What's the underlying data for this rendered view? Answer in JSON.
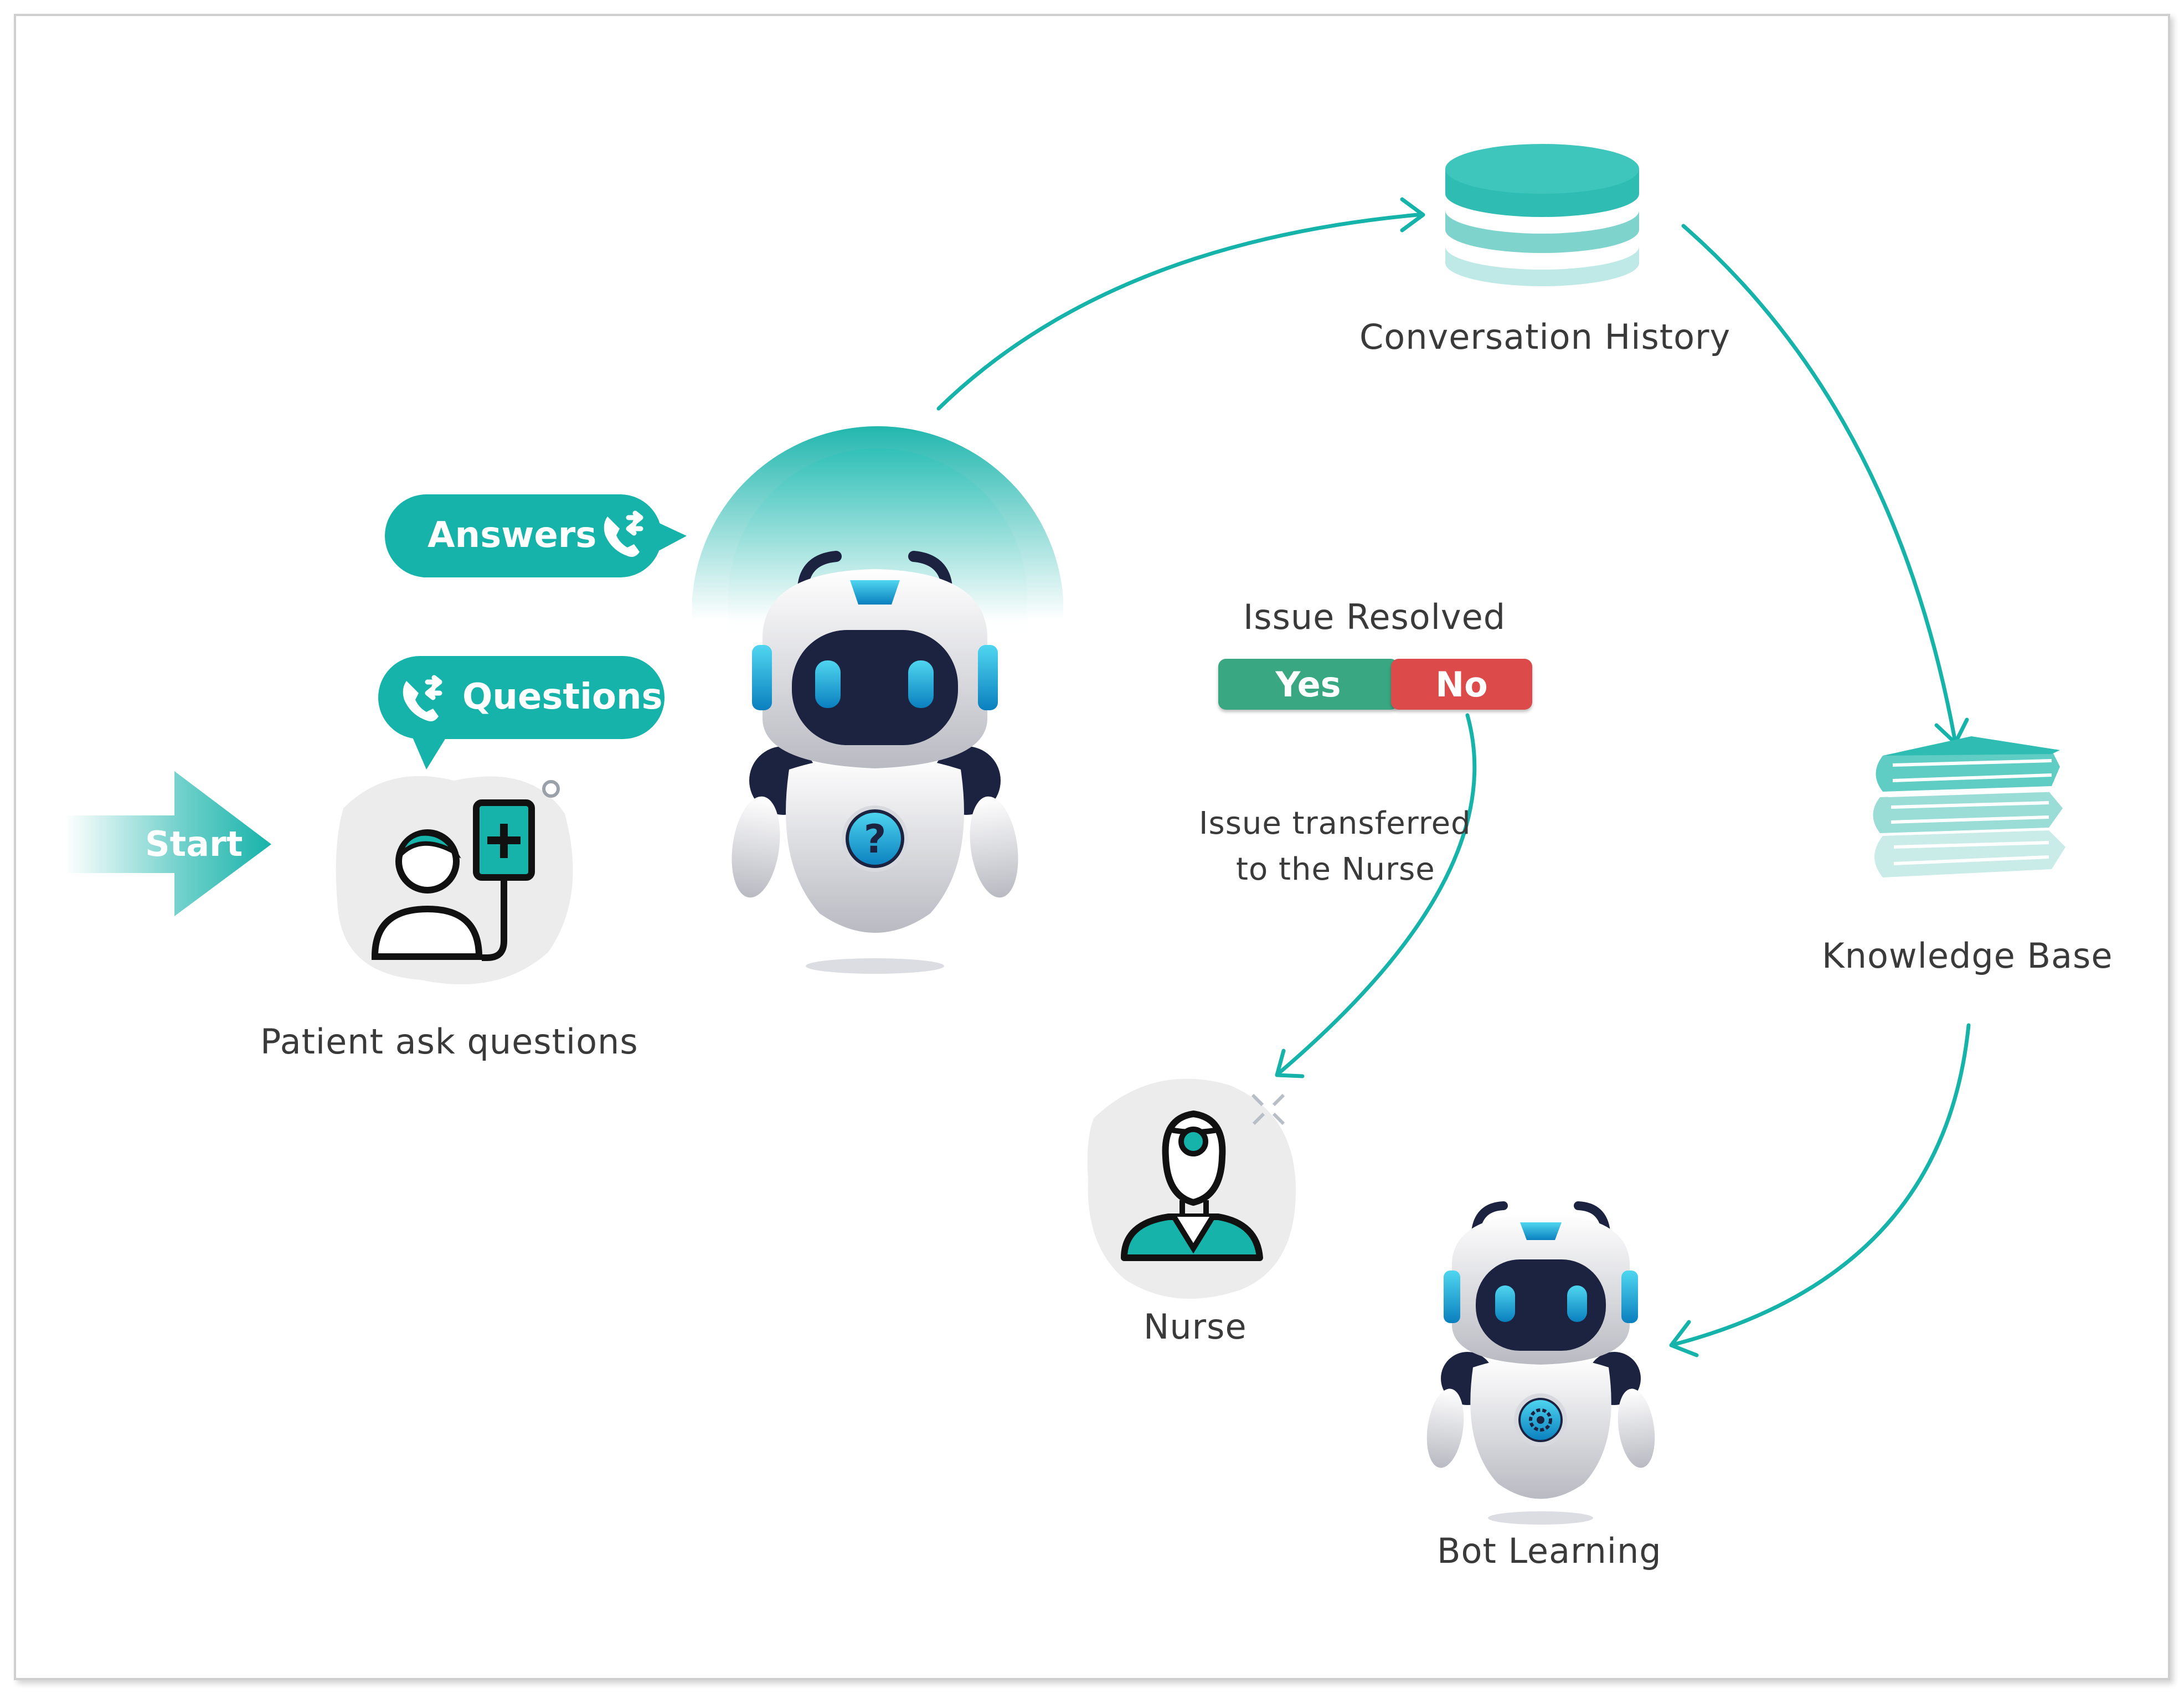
{
  "colors": {
    "teal": "#16b3aa",
    "teal_light": "#9fe1dc",
    "yes_green": "#3aa783",
    "no_red": "#dc4a4a",
    "robot_dark": "#1c2340",
    "robot_body": "#e7e7ea",
    "label_text": "#3a3a3a",
    "blob_gray": "#ececec"
  },
  "start": {
    "label": "Start"
  },
  "bubbles": {
    "answers": "Answers",
    "questions": "Questions"
  },
  "nodes": {
    "patient": "Patient ask questions",
    "conversation": "Conversation History",
    "knowledge": "Knowledge Base",
    "bot_learning": "Bot Learning",
    "nurse": "Nurse"
  },
  "decision": {
    "title": "Issue Resolved",
    "yes": "Yes",
    "no": "No",
    "transfer_line1": "Issue transferred",
    "transfer_line2": "to the Nurse"
  },
  "icons": [
    "start-arrow-icon",
    "chat-bubble-icon",
    "phone-transfer-icon",
    "patient-iv-icon",
    "chatbot-robot-icon",
    "question-mark-icon",
    "database-icon",
    "books-icon",
    "learning-robot-icon",
    "gear-icon",
    "nurse-icon",
    "flow-arrow-icon"
  ]
}
